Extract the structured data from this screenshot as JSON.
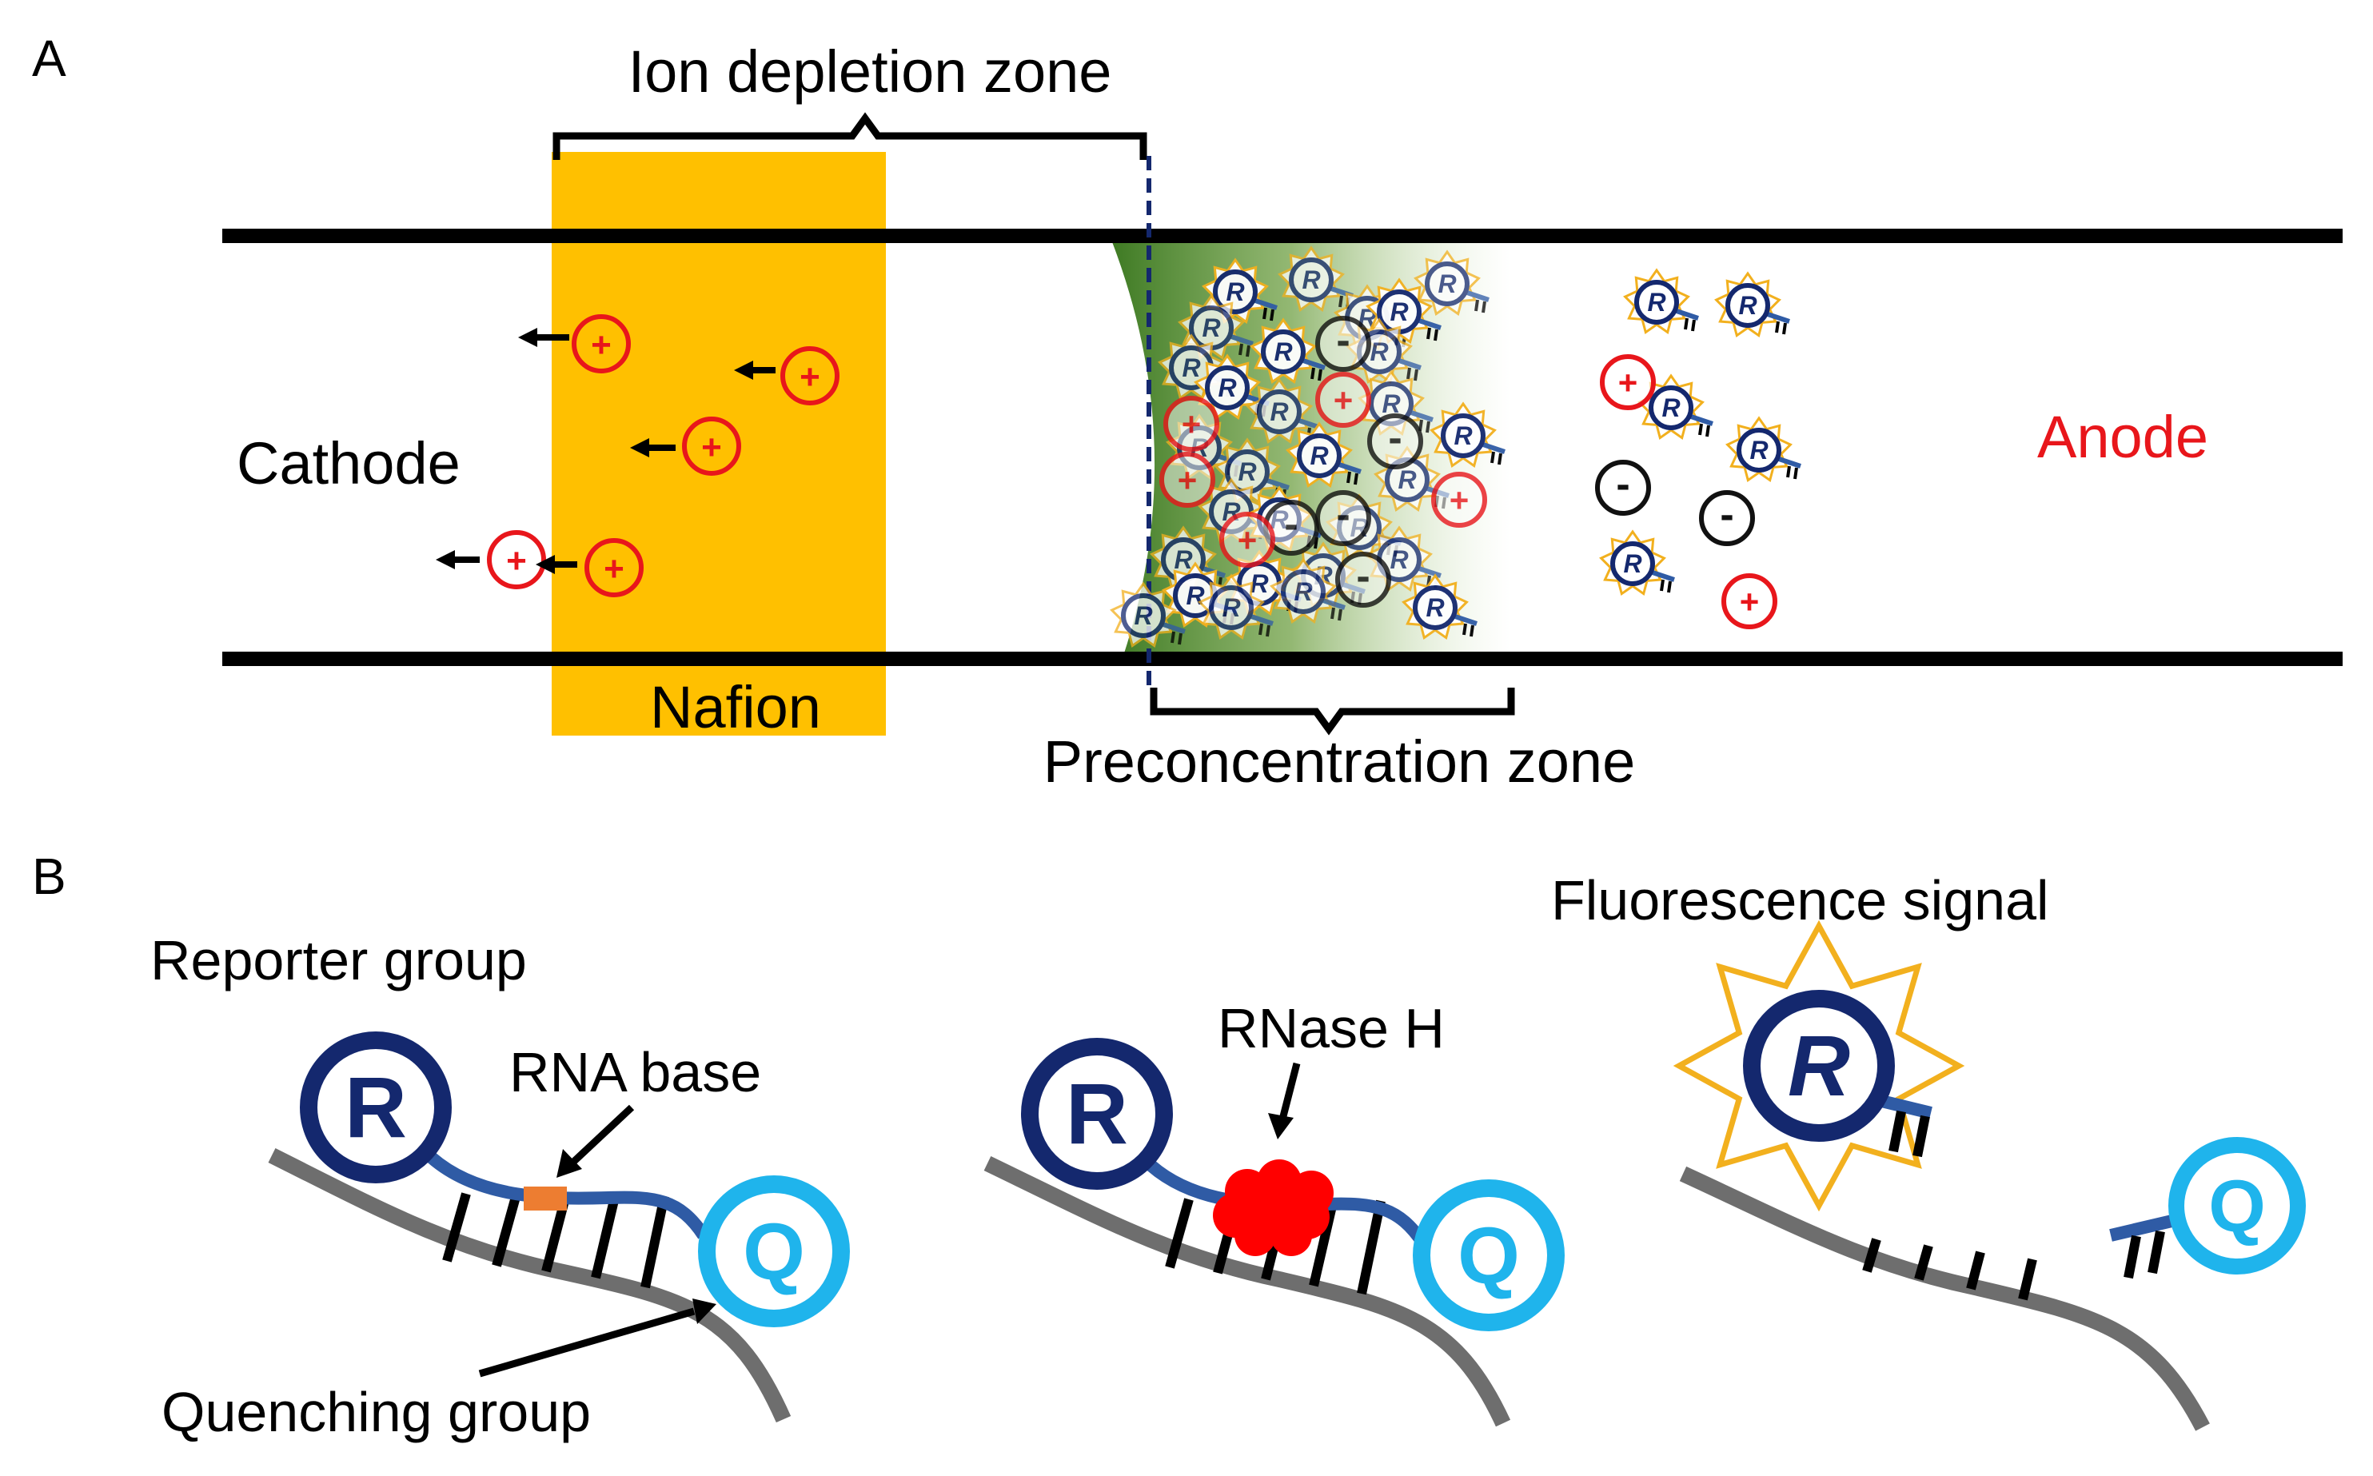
{
  "panel_a": {
    "label": "A",
    "ion_depletion_zone": "Ion depletion zone",
    "cathode": "Cathode",
    "anode": "Anode",
    "nafion": "Nafion",
    "preconcentration_zone": "Preconcentration zone",
    "plus_symbol": "+",
    "minus_symbol": "-",
    "reporter_letter": "R"
  },
  "panel_b": {
    "label": "B",
    "reporter_group": "Reporter group",
    "rna_base": "RNA base",
    "quenching_group": "Quenching group",
    "rnase_h": "RNase H",
    "fluorescence_signal": "Fluorescence signal",
    "reporter_letter": "R",
    "quencher_letter": "Q"
  },
  "colors": {
    "nafion": "#FFC000",
    "reporter_navy": "#14286E",
    "quencher_cyan": "#1FB4EC",
    "cation_red": "#E8161B",
    "anion_black": "#111111",
    "glow_yellow": "#F2B01E",
    "anode_text": "#E8161B",
    "strand_gray": "#6E6E6E",
    "linker_blue": "#2F5BA5",
    "rna_base_orange": "#ED7D31",
    "rnase_red": "#FF0000",
    "gradient_green": "#3E7A23"
  }
}
